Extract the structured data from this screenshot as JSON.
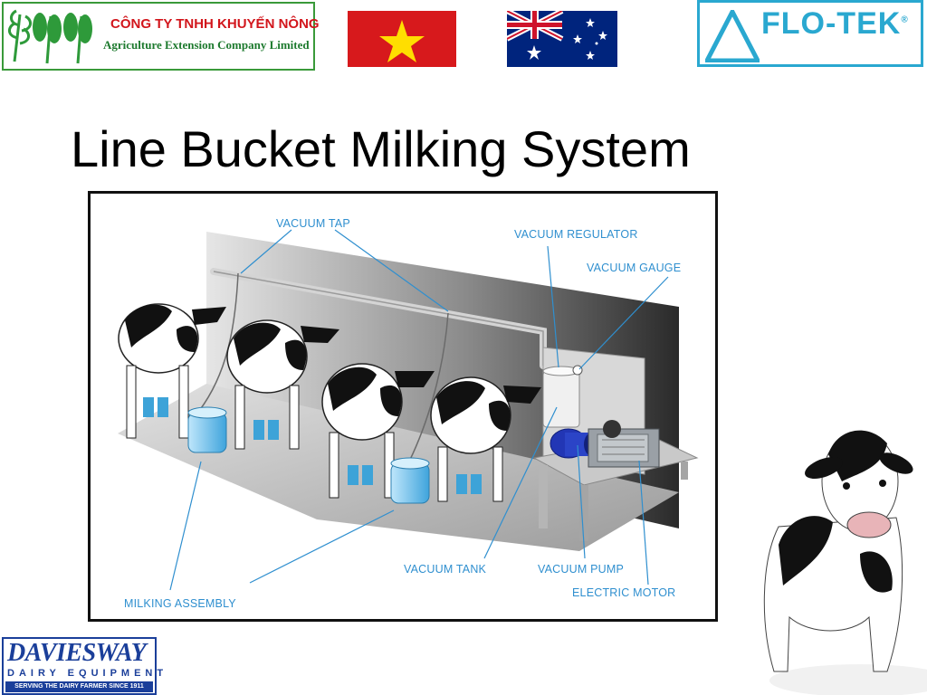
{
  "header": {
    "company_logo": {
      "line1": "CÔNG TY TNHH KHUYẾN NÔNG",
      "line2": "Agriculture Extension Company Limited",
      "colors": {
        "red": "#d2161c",
        "green": "#1d7a2e",
        "border": "#3a9a3a"
      }
    },
    "flags": [
      "vietnam-flag",
      "australia-flag"
    ],
    "flotek_logo": {
      "text": "FLO-TEK",
      "mark": "®",
      "color": "#2aa8d0"
    }
  },
  "slide": {
    "title": "Line Bucket Milking System"
  },
  "diagram": {
    "labels": {
      "vacuum_tap": "VACUUM TAP",
      "vacuum_regulator": "VACUUM REGULATOR",
      "vacuum_gauge": "VACUUM GAUGE",
      "vacuum_tank": "VACUUM TANK",
      "vacuum_pump": "VACUUM PUMP",
      "electric_motor": "ELECTRIC MOTOR",
      "milking_assembly": "MILKING ASSEMBLY"
    },
    "label_color": "#2f8fcf"
  },
  "footer": {
    "daviesway_logo": {
      "line1": "DAVIESWAY",
      "line2": "DAIRY EQUIPMENT",
      "line3": "SERVING THE DAIRY FARMER SINCE 1911",
      "color": "#1b3f9a"
    }
  }
}
